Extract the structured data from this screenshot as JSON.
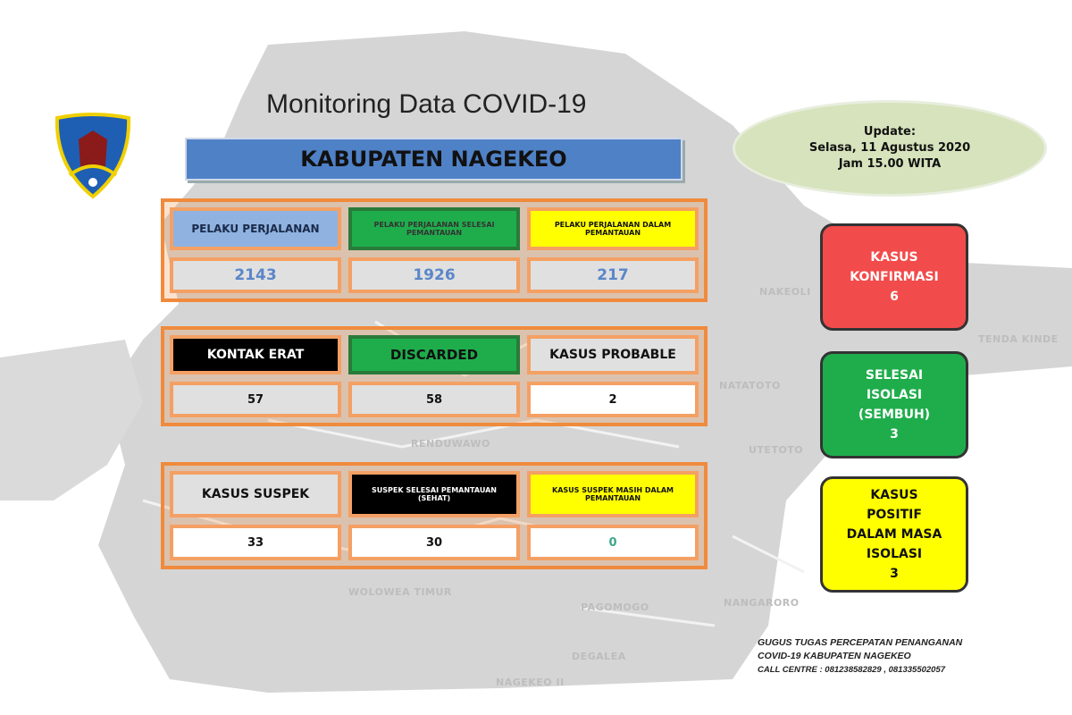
{
  "title": "Monitoring Data COVID-19",
  "region": "KABUPATEN NAGEKEO",
  "update": {
    "label": "Update:",
    "date": "Selasa, 11 Agustus 2020",
    "time": "Jam 15.00 WITA"
  },
  "row1": [
    {
      "label": "PELAKU PERJALANAN",
      "value": "2143"
    },
    {
      "label": "PELAKU PERJALANAN SELESAI PEMANTAUAN",
      "value": "1926"
    },
    {
      "label": "PELAKU PERJALANAN DALAM PEMANTAUAN",
      "value": "217"
    }
  ],
  "row2": [
    {
      "label": "KONTAK ERAT",
      "value": "57"
    },
    {
      "label": "DISCARDED",
      "value": "58"
    },
    {
      "label": "KASUS PROBABLE",
      "value": "2"
    }
  ],
  "row3": [
    {
      "label": "KASUS SUSPEK",
      "value": "33"
    },
    {
      "label": "SUSPEK SELESAI PEMANTAUAN (SEHAT)",
      "value": "30"
    },
    {
      "label": "KASUS SUSPEK MASIH DALAM PEMANTAUAN",
      "value": "0"
    }
  ],
  "side": [
    {
      "label": "KASUS KONFIRMASI",
      "value": "6",
      "color": "#f24b4b"
    },
    {
      "label": "SELESAI ISOLASI (SEMBUH)",
      "value": "3",
      "color": "#1fad4c"
    },
    {
      "label": "KASUS POSITIF DALAM MASA ISOLASI",
      "value": "3",
      "color": "#ffff00"
    }
  ],
  "footer": {
    "line1": "GUGUS TUGAS PERCEPATAN PENANGANAN",
    "line2": "COVID-19 KABUPATEN NAGEKEO",
    "line3": "CALL CENTRE : 081238582829 , 081335502057"
  },
  "map_labels": [
    "NAKEOLI",
    "TENDA KINDE",
    "NATATOTO",
    "UTETOTO",
    "NANGARORO",
    "PAGOMOGO",
    "DEGALEA",
    "WOLOWEA TIMUR",
    "RENDUWAWO",
    "NAGEKEO II"
  ]
}
